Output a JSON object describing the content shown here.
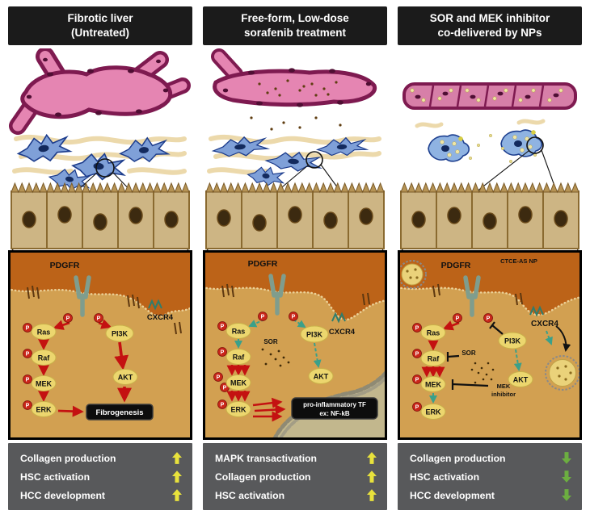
{
  "figure": {
    "colors": {
      "header_bg": "#1b1b1b",
      "footer_bg": "#58595b",
      "arrow_up": "#e8e23c",
      "arrow_down": "#6cae40",
      "vessel_pink": "#e585b2",
      "vessel_outline": "#7e1a50",
      "hsc_blue": "#7fa0d8",
      "hepatocyte_tan": "#cdb584",
      "inset_membrane_region": "#bc6318",
      "inset_cytoplasm": "#d2a051",
      "protein_yellow": "#ecd66e",
      "signal_red": "#c41111",
      "signal_green": "#3aa08a"
    }
  },
  "panels": [
    {
      "title_line1": "Fibrotic liver",
      "title_line2": "(Untreated)",
      "labels": {
        "pdgfr": "PDGFR",
        "cxcr4": "CXCR4",
        "ras": "Ras",
        "raf": "Raf",
        "mek": "MEK",
        "erk": "ERK",
        "pi3k": "PI3K",
        "akt": "AKT",
        "phospho": "P",
        "fibrogenesis": "Fibrogenesis"
      },
      "footer": [
        {
          "label": "Collagen production",
          "direction": "up",
          "color": "#e8e23c"
        },
        {
          "label": "HSC activation",
          "direction": "up",
          "color": "#e8e23c"
        },
        {
          "label": "HCC development",
          "direction": "up",
          "color": "#e8e23c"
        }
      ]
    },
    {
      "title_line1": "Free-form, Low-dose",
      "title_line2": "sorafenib treatment",
      "labels": {
        "pdgfr": "PDGFR",
        "cxcr4": "CXCR4",
        "ras": "Ras",
        "raf": "Raf",
        "mek": "MEK",
        "erk": "ERK",
        "pi3k": "PI3K",
        "akt": "AKT",
        "phospho": "P",
        "sor": "SOR",
        "tf_line1": "pro-inflammatory TF",
        "tf_line2": "ex: NF-kB"
      },
      "footer": [
        {
          "label": "MAPK transactivation",
          "direction": "up",
          "color": "#e8e23c"
        },
        {
          "label": "Collagen production",
          "direction": "up",
          "color": "#e8e23c"
        },
        {
          "label": "HSC activation",
          "direction": "up",
          "color": "#e8e23c"
        }
      ]
    },
    {
      "title_line1": "SOR and MEK inhibitor",
      "title_line2": "co-delivered by NPs",
      "labels": {
        "pdgfr": "PDGFR",
        "cxcr4": "CXCR4",
        "ras": "Ras",
        "raf": "Raf",
        "mek": "MEK",
        "erk": "ERK",
        "pi3k": "PI3K",
        "akt": "AKT",
        "phospho": "P",
        "sor": "SOR",
        "np": "CTCE-AS NP",
        "mek_inhibitor_line1": "MEK",
        "mek_inhibitor_line2": "inhibitor"
      },
      "footer": [
        {
          "label": "Collagen production",
          "direction": "down",
          "color": "#6cae40"
        },
        {
          "label": "HSC activation",
          "direction": "down",
          "color": "#6cae40"
        },
        {
          "label": "HCC development",
          "direction": "down",
          "color": "#6cae40"
        }
      ]
    }
  ]
}
